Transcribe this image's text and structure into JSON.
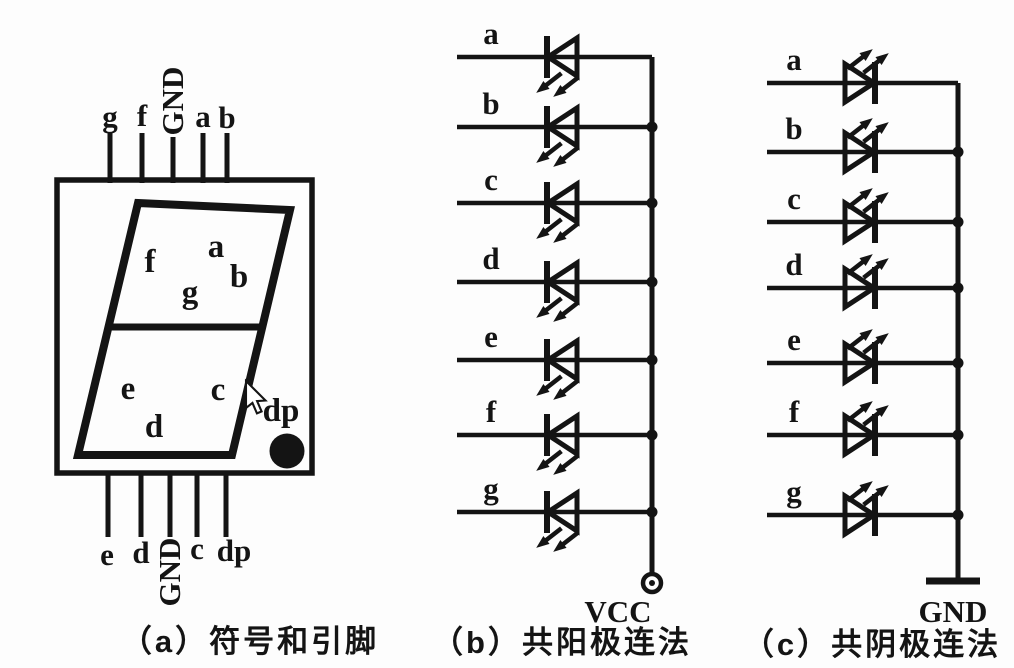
{
  "colors": {
    "ink": "#141414",
    "paper": "#fdfdfd"
  },
  "panel_a": {
    "caption": "（a）符号和引脚",
    "top_pins": [
      "g",
      "f",
      "GND",
      "a",
      "b"
    ],
    "bottom_pins": [
      "e",
      "d",
      "GND",
      "c",
      "dp"
    ],
    "segments": {
      "a": "a",
      "b": "b",
      "c": "c",
      "d": "d",
      "e": "e",
      "f": "f",
      "g": "g",
      "dp": "dp"
    }
  },
  "panel_b": {
    "caption": "（b）共阳极连法",
    "terminal": "VCC",
    "rows": [
      "a",
      "b",
      "c",
      "d",
      "e",
      "f",
      "g"
    ]
  },
  "panel_c": {
    "caption": "（c）共阴极连法",
    "terminal": "GND",
    "rows": [
      "a",
      "b",
      "c",
      "d",
      "e",
      "f",
      "g"
    ]
  }
}
